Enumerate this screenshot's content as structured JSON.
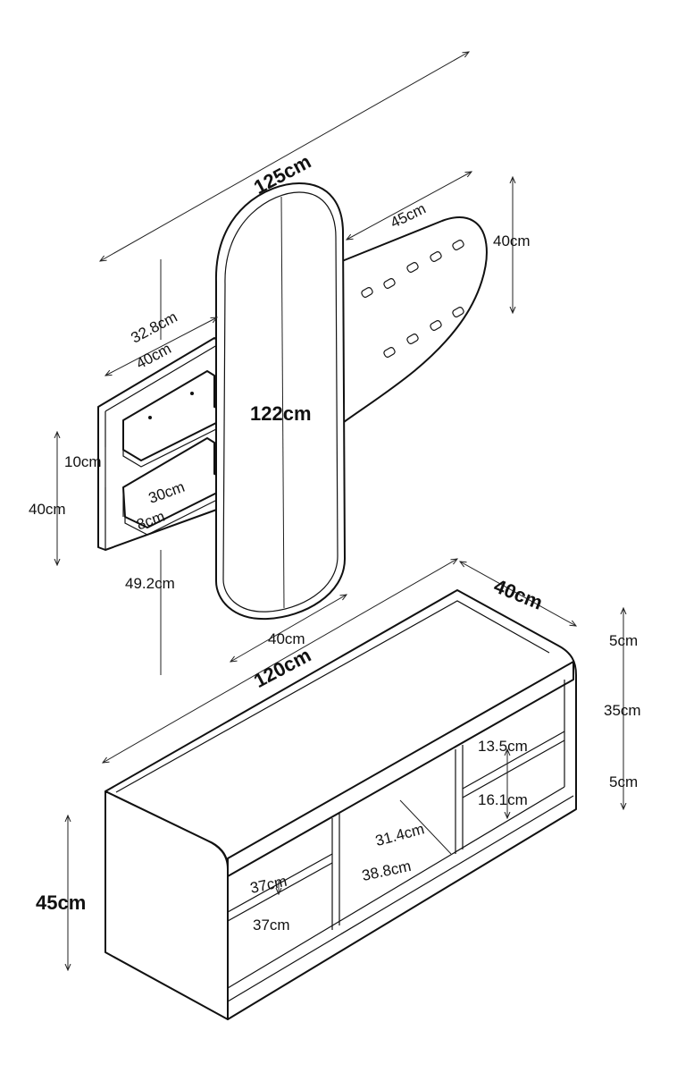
{
  "diagram": {
    "wall_unit": {
      "total_width": "125cm",
      "hook_panel_width": "45cm",
      "hook_panel_height": "40cm",
      "mirror_top_offset": "32.8cm",
      "shelf_panel_width": "40cm",
      "mirror_height": "122cm",
      "shelf_spacing": "10cm",
      "shelf_panel_height": "40cm",
      "shelf_width": "30cm",
      "shelf_depth": "8cm",
      "mirror_bottom_offset": "49.2cm",
      "mirror_width": "40cm"
    },
    "bench": {
      "width": "120cm",
      "depth": "40cm",
      "top_thickness": "5cm",
      "side_height": "35cm",
      "base_thickness": "5cm",
      "upper_compartment_height": "13.5cm",
      "lower_compartment_height": "16.1cm",
      "middle_compartment_height": "31.4cm",
      "middle_compartment_width": "38.8cm",
      "left_upper_width": "37cm",
      "left_lower_width": "37cm",
      "height": "45cm"
    }
  }
}
